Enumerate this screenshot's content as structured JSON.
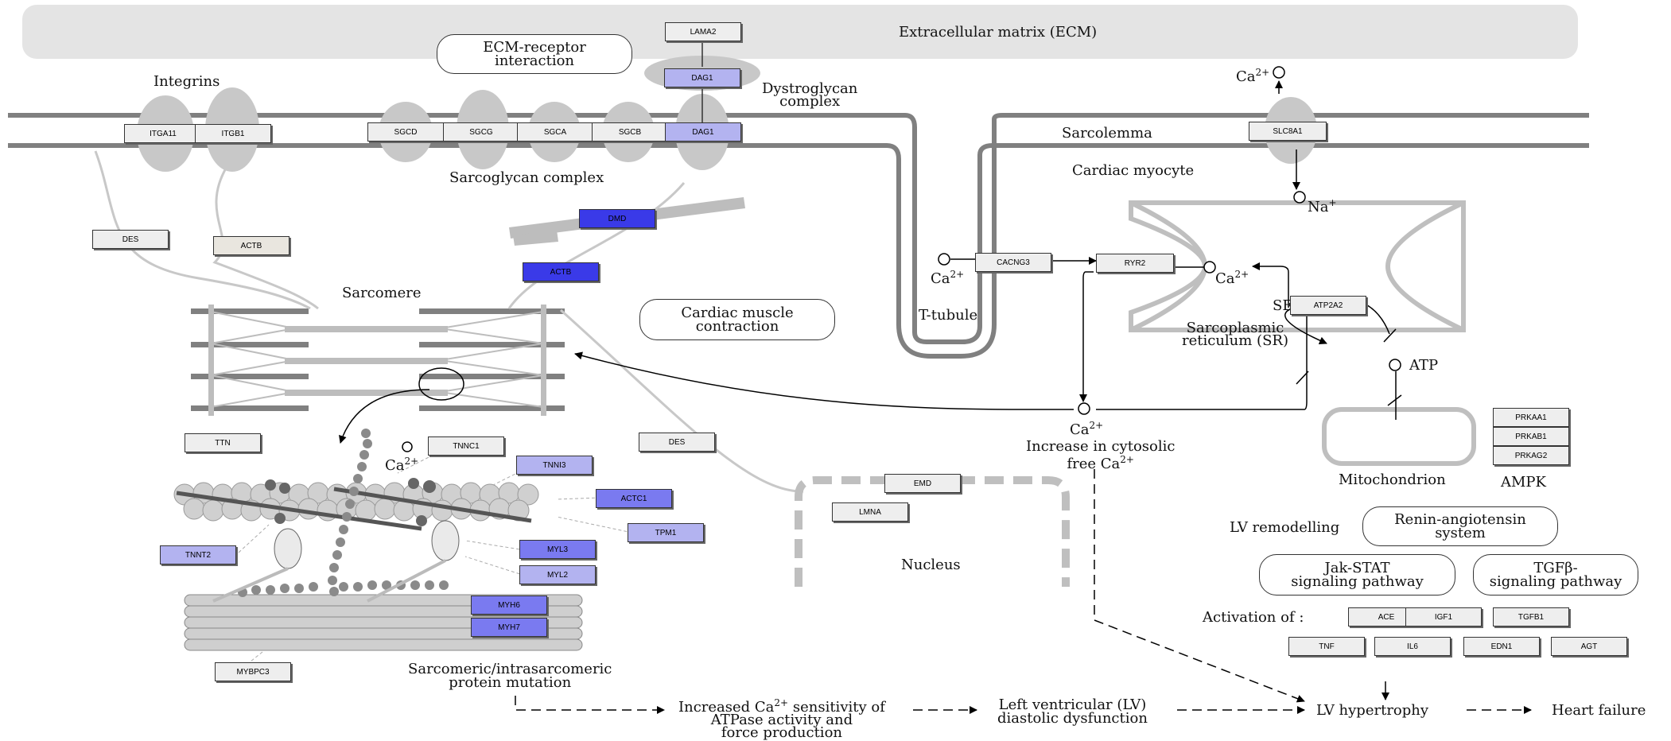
{
  "regions": {
    "ecm": "Extracellular matrix (ECM)",
    "integrins": "Integrins",
    "dystroglycan": [
      "Dystroglycan",
      "complex"
    ],
    "sarcoglycan": "Sarcoglycan complex",
    "sarcolemma": "Sarcolemma",
    "cardiac_myocyte": "Cardiac myocyte",
    "sarcomere": "Sarcomere",
    "t_tubule": "T-tubule",
    "se": "SE",
    "sr": [
      "Sarcoplasmic",
      "reticulum (SR)"
    ],
    "mitochondrion": "Mitochondrion",
    "ampk": "AMPK",
    "nucleus": "Nucleus",
    "lv_remodelling": "LV remodelling",
    "activation_of": "Activation of :"
  },
  "ions": {
    "ca": "Ca",
    "ca_charge": "2+",
    "na": "Na",
    "na_charge": "+",
    "atp": "ATP"
  },
  "cytosolic": [
    "Increase in cytosolic",
    "free Ca"
  ],
  "pathways": {
    "ecm_receptor": [
      "ECM-receptor",
      "interaction"
    ],
    "cardiac_contraction": [
      "Cardiac muscle",
      "contraction"
    ],
    "renin": [
      "Renin-angiotensin",
      "system"
    ],
    "jak": [
      "Jak-STAT",
      "signaling pathway"
    ],
    "tgfb": [
      "TGFβ-",
      "signaling pathway"
    ]
  },
  "genes": {
    "LAMA2": "LAMA2",
    "DAG1_top": "DAG1",
    "ITGA11": "ITGA11",
    "ITGB1": "ITGB1",
    "SGCD": "SGCD",
    "SGCG": "SGCG",
    "SGCA": "SGCA",
    "SGCB": "SGCB",
    "DAG1_mem": "DAG1",
    "SLC8A1": "SLC8A1",
    "DMD": "DMD",
    "ACTB_blue": "ACTB",
    "DES_1": "DES",
    "ACTB_1": "ACTB",
    "CACNG3": "CACNG3",
    "RYR2": "RYR2",
    "ATP2A2": "ATP2A2",
    "PRKAA1": "PRKAA1",
    "PRKAB1": "PRKAB1",
    "PRKAG2": "PRKAG2",
    "TTN": "TTN",
    "TNNC1": "TNNC1",
    "TNNI3": "TNNI3",
    "DES_2": "DES",
    "ACTC1": "ACTC1",
    "TPM1": "TPM1",
    "TNNT2": "TNNT2",
    "MYL3": "MYL3",
    "MYL2": "MYL2",
    "MYH6": "MYH6",
    "MYH7": "MYH7",
    "MYBPC3": "MYBPC3",
    "EMD": "EMD",
    "LMNA": "LMNA",
    "ACE": "ACE",
    "IGF1": "IGF1",
    "TGFB1": "TGFB1",
    "TNF": "TNF",
    "IL6": "IL6",
    "EDN1": "EDN1",
    "AGT": "AGT"
  },
  "flow": {
    "mutation": [
      "Sarcomeric/intrasarcomeric",
      "protein mutation"
    ],
    "increased_ca": [
      "Increased Ca",
      " sensitivity of",
      "ATPase activity and",
      "force production"
    ],
    "lv_dysfunction": [
      "Left ventricular (LV)",
      "diastolic dysfunction"
    ],
    "lv_hypertrophy": "LV hypertrophy",
    "heart_failure": "Heart failure"
  },
  "colors": {
    "membrane": "#808080",
    "ecm_bg": "#e4e4e4",
    "gene_default": "#eeeeee",
    "gene_light": "#b3b3f0",
    "gene_mid": "#7a7af0",
    "gene_dark": "#3a3ae8"
  }
}
